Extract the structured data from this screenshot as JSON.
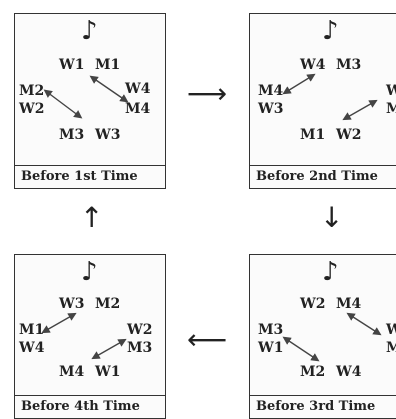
{
  "diagram": {
    "panels": [
      {
        "caption": "Before 1st Time",
        "labels": {
          "top_left": "W1",
          "top_right": "M1",
          "left_top": "M2",
          "left_bottom": "W2",
          "right_top": "W4",
          "right_bottom": "M4",
          "bottom_left": "M3",
          "bottom_right": "W3"
        }
      },
      {
        "caption": "Before 2nd Time",
        "labels": {
          "top_left": "W4",
          "top_right": "M3",
          "left_top": "M4",
          "left_bottom": "W3",
          "right_top": "W",
          "right_bottom": "M",
          "bottom_left": "M1",
          "bottom_right": "W2"
        }
      },
      {
        "caption": "Before 3rd Time",
        "labels": {
          "top_left": "W2",
          "top_right": "M4",
          "left_top": "M3",
          "left_bottom": "W1",
          "right_top": "W",
          "right_bottom": "M",
          "bottom_left": "M2",
          "bottom_right": "W4"
        }
      },
      {
        "caption": "Before 4th Time",
        "labels": {
          "top_left": "W3",
          "top_right": "M2",
          "left_top": "M1",
          "left_bottom": "W4",
          "right_top": "W2",
          "right_bottom": "M3",
          "bottom_left": "M4",
          "bottom_right": "W1"
        }
      }
    ],
    "flow_arrows": {
      "top": "⟶",
      "right": "↓",
      "bottom": "⟵",
      "left": "↑"
    },
    "note_symbol": "♪"
  }
}
